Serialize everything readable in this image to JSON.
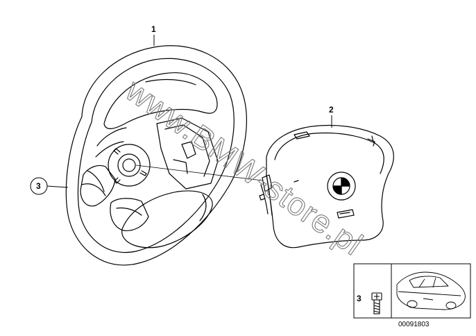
{
  "callouts": {
    "steering_wheel": "1",
    "airbag_module": "2",
    "bolt_circle": "3",
    "bolt_inset": "3"
  },
  "watermark_text": "www.BMW-store.pl",
  "inset": {
    "part_number": "00091803"
  },
  "colors": {
    "line": "#000000",
    "watermark": "#7a7a7a",
    "background": "#ffffff"
  }
}
